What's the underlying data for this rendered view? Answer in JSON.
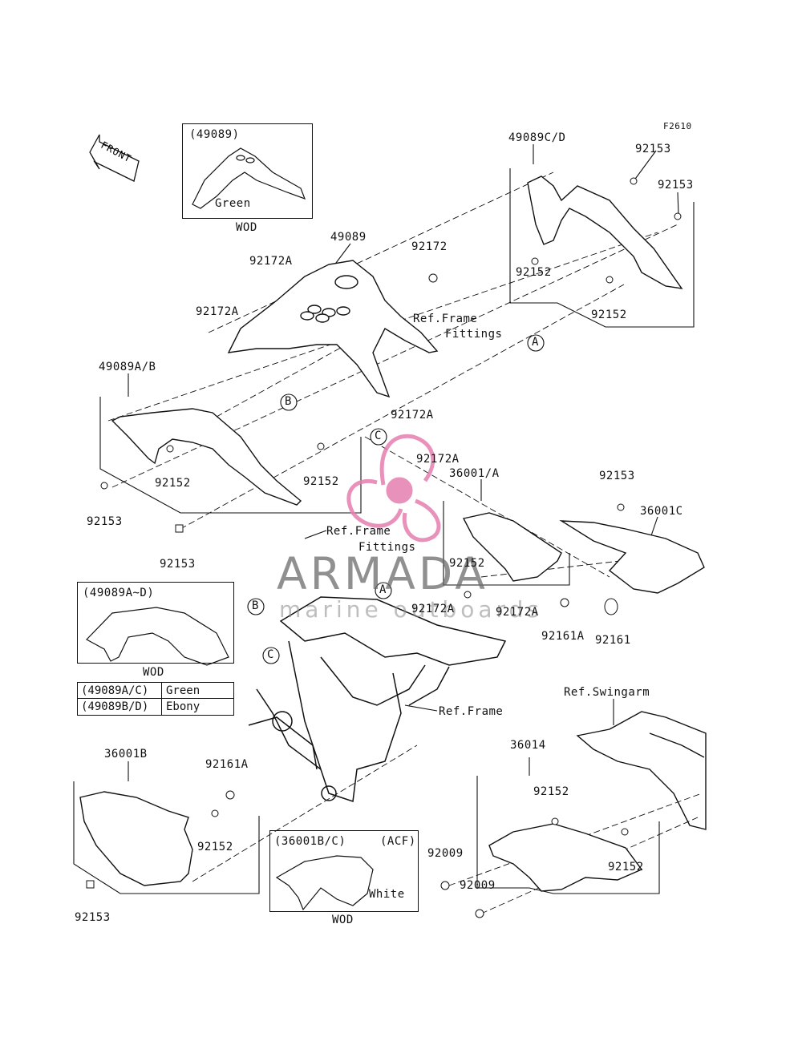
{
  "figure_code": "F2610",
  "front_label": "FRONT",
  "watermark": {
    "brand": "ARMADA",
    "tagline": "marine outboards",
    "color": "#e47fb0"
  },
  "labels": {
    "p49089": "49089",
    "p49089cd": "49089C/D",
    "p49089ab": "49089A/B",
    "p92153_a": "92153",
    "p92153_b": "92153",
    "p92153_c": "92153",
    "p92153_d": "92153",
    "p92153_e": "92153",
    "p92153_f": "92153",
    "p92172": "92172",
    "p92172a_1": "92172A",
    "p92172a_2": "92172A",
    "p92172a_3": "92172A",
    "p92172a_4": "92172A",
    "p92172a_5": "92172A",
    "p92172a_6": "92172A",
    "p92152_1": "92152",
    "p92152_2": "92152",
    "p92152_3": "92152",
    "p92152_4": "92152",
    "p92152_5": "92152",
    "p92152_6": "92152",
    "p92152_7": "92152",
    "p92152_8": "92152",
    "p36001a": "36001/A",
    "p36001c": "36001C",
    "p36001b": "36001B",
    "p36014": "36014",
    "p92161a_1": "92161A",
    "p92161a_2": "92161A",
    "p92161": "92161",
    "p92009_1": "92009",
    "p92009_2": "92009",
    "ref_fittings_1a": "Ref.Frame",
    "ref_fittings_1b": "Fittings",
    "ref_fittings_2a": "Ref.Frame",
    "ref_fittings_2b": "Fittings",
    "ref_frame": "Ref.Frame",
    "ref_swingarm": "Ref.Swingarm",
    "callout_a1": "A",
    "callout_a2": "A",
    "callout_b1": "B",
    "callout_b2": "B",
    "callout_c1": "C",
    "callout_c2": "C"
  },
  "inset_top": {
    "title": "(49089)",
    "note": "Green",
    "footer": "WOD"
  },
  "inset_left": {
    "title": "(49089A~D)",
    "footer": "WOD",
    "table": [
      {
        "model": "(49089A/C)",
        "color": "Green"
      },
      {
        "model": "(49089B/D)",
        "color": "Ebony"
      }
    ]
  },
  "inset_bottom": {
    "title": "(36001B/C)",
    "code": "(ACF)",
    "note": "White",
    "footer": "WOD"
  }
}
